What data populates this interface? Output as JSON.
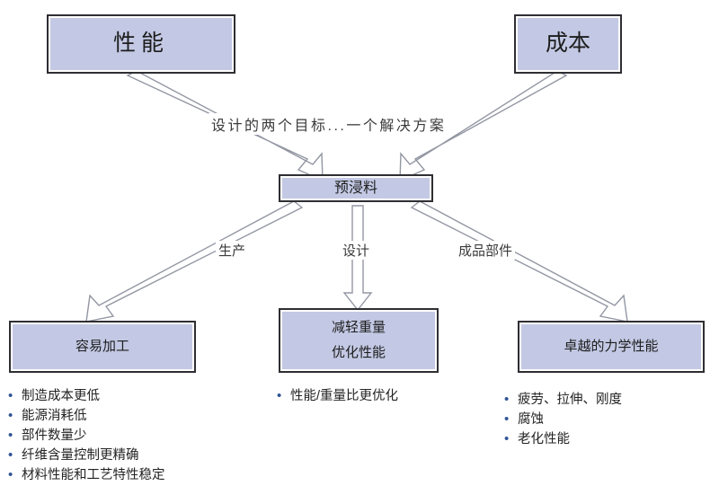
{
  "diagram": {
    "title_text": "设计的两个目标...一个解决方案",
    "colors": {
      "box_fill": "#c3c9e4",
      "box_border": "#2e2e33",
      "arrow_stroke": "#8c8c96",
      "arrow_fill": "#ffffff",
      "bullet_marker": "#2f5597",
      "text": "#1d1d1d",
      "background": "#ffffff"
    },
    "top_nodes": [
      {
        "id": "performance",
        "label": "性能"
      },
      {
        "id": "cost",
        "label": "成本"
      }
    ],
    "center_node": {
      "id": "prepreg",
      "label": "预浸料"
    },
    "edge_labels": {
      "left": "生产",
      "center": "设计",
      "right": "成品部件"
    },
    "bottom_nodes": [
      {
        "id": "easy-process",
        "lines": [
          "容易加工"
        ],
        "bullets": [
          "制造成本更低",
          "能源消耗低",
          "部件数量少",
          "纤维含量控制更精确",
          "材料性能和工艺特性稳定"
        ]
      },
      {
        "id": "weight-perf",
        "lines": [
          "减轻重量",
          "优化性能"
        ],
        "bullets": [
          "性能/重量比更优化"
        ]
      },
      {
        "id": "mechanical",
        "lines": [
          "卓越的力学性能"
        ],
        "bullets": [
          "疲劳、拉伸、刚度",
          "腐蚀",
          "老化性能"
        ]
      }
    ]
  }
}
